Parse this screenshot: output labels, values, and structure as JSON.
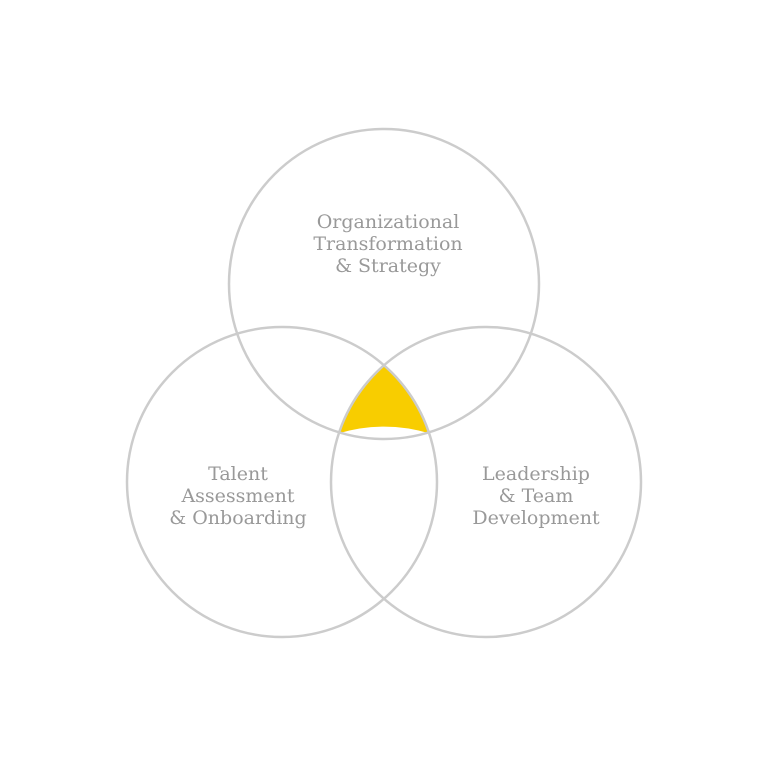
{
  "colors": {
    "background": "#ffffff",
    "circle_stroke": "#cccccc",
    "label_text": "#999999",
    "center_highlight": "#f8cd00"
  },
  "circles": [
    {
      "id": "top",
      "lines": [
        "Organizational",
        "Transformation",
        "& Strategy"
      ]
    },
    {
      "id": "left",
      "lines": [
        "Talent",
        "Assessment",
        "& Onboarding"
      ]
    },
    {
      "id": "right",
      "lines": [
        "Leadership",
        "& Team",
        "Development"
      ]
    }
  ]
}
